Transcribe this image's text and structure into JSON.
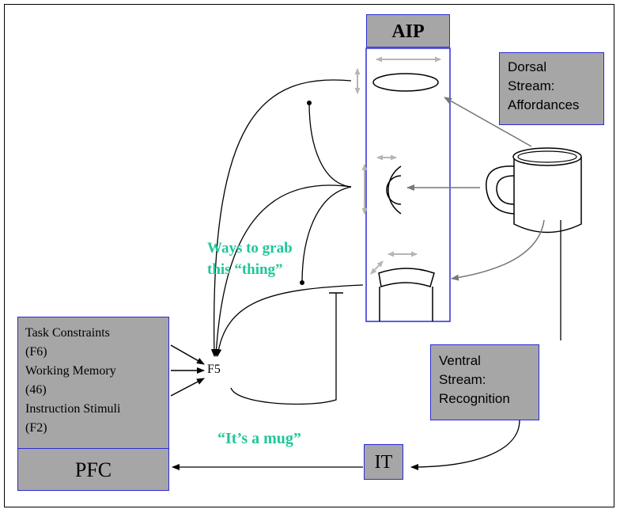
{
  "aip": {
    "label": "AIP"
  },
  "dorsal": {
    "lines": [
      "Dorsal",
      "Stream:",
      "Affordances"
    ]
  },
  "ventral": {
    "lines": [
      "Ventral",
      "Stream:",
      "Recognition"
    ]
  },
  "task": {
    "lines": [
      "Task Constraints",
      "(F6)",
      "Working Memory",
      "(46)",
      "Instruction Stimuli",
      "(F2)"
    ]
  },
  "pfc": {
    "label": "PFC"
  },
  "it": {
    "label": "IT"
  },
  "f5": {
    "label": "F5"
  },
  "ways": {
    "line1": "Ways to grab",
    "line2": "this “thing”"
  },
  "mug_quote": "“It’s a mug”",
  "colors": {
    "box_fill": "#a6a6a6",
    "box_border": "#2b2bd6",
    "green_text": "#1fc79a"
  }
}
